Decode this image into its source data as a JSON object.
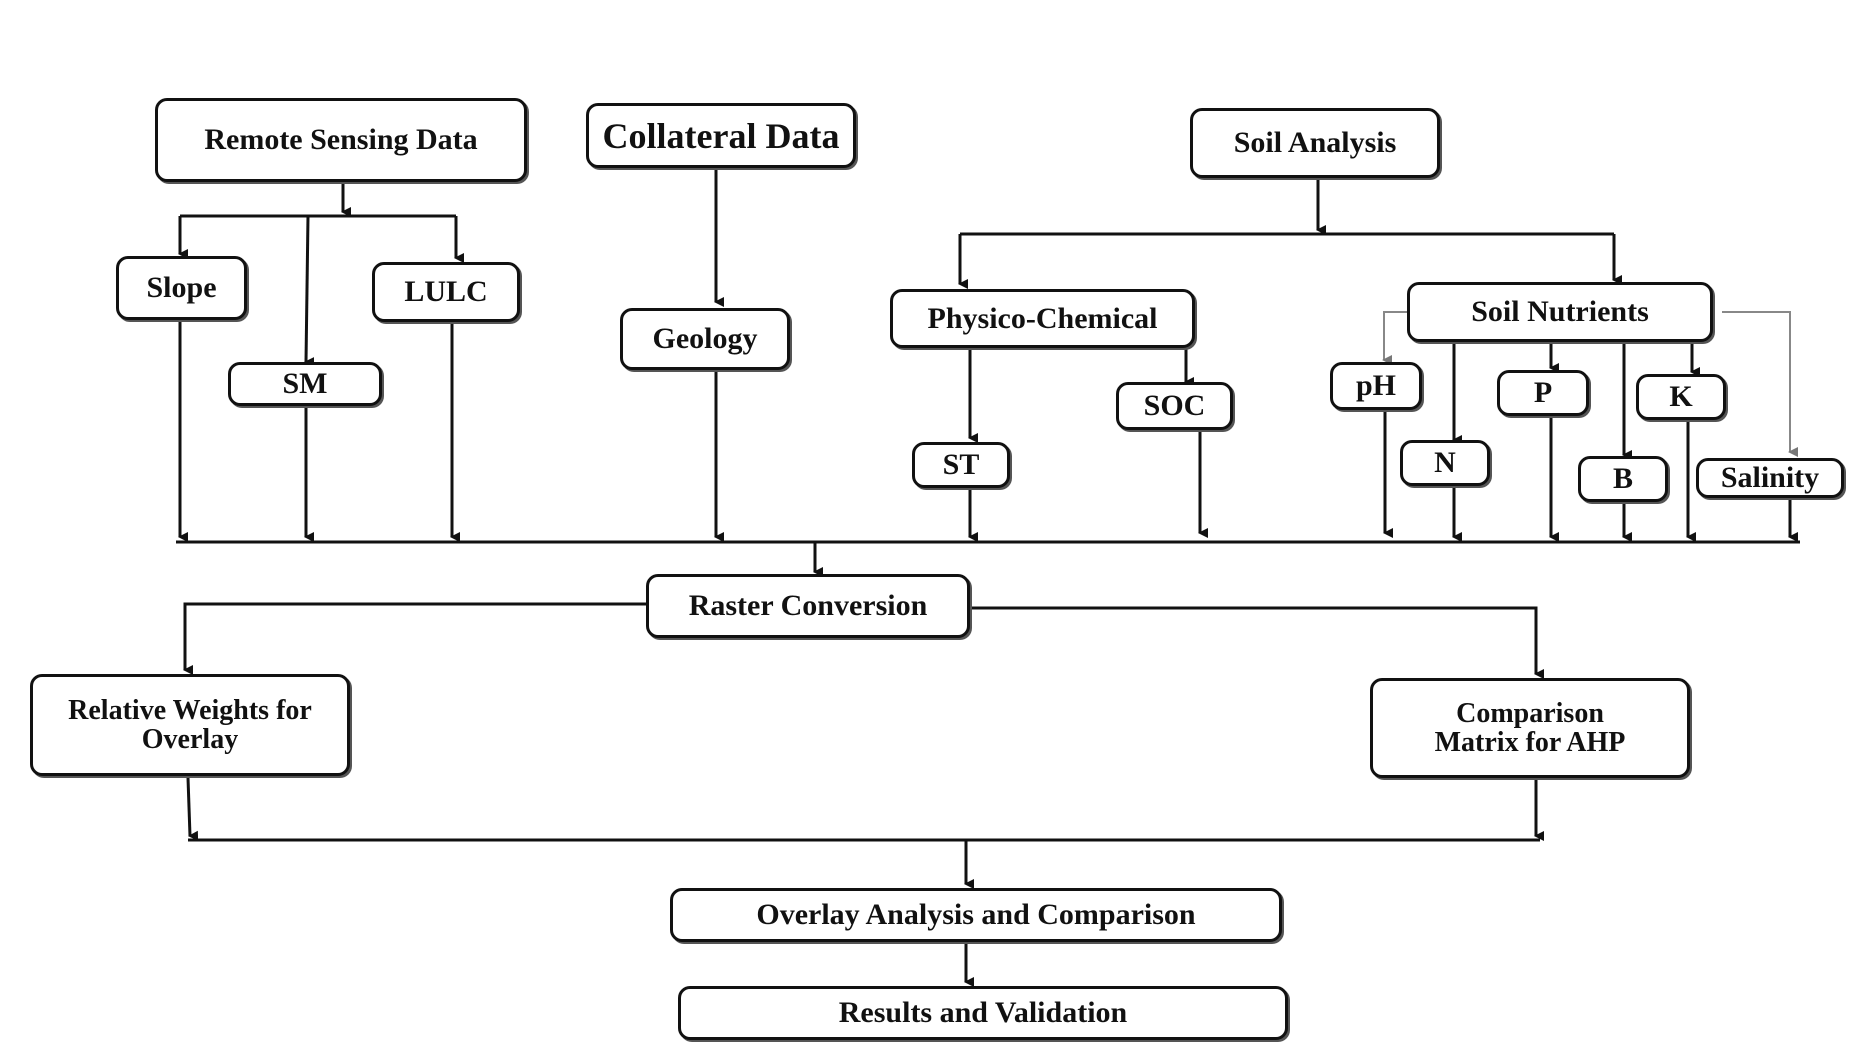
{
  "diagram": {
    "nodes": {
      "remote_sensing": "Remote Sensing Data",
      "collateral": "Collateral Data",
      "soil_analysis": "Soil Analysis",
      "slope": "Slope",
      "sm": "SM",
      "lulc": "LULC",
      "geology": "Geology",
      "physico_chemical": "Physico-Chemical",
      "soil_nutrients": "Soil Nutrients",
      "st": "ST",
      "soc": "SOC",
      "ph": "pH",
      "n": "N",
      "p": "P",
      "b": "B",
      "k": "K",
      "salinity": "Salinity",
      "raster": "Raster Conversion",
      "relative_weights_1": "Relative Weights for",
      "relative_weights_2": "Overlay",
      "comparison_1": "Comparison",
      "comparison_2": "Matrix for AHP",
      "overlay": "Overlay Analysis and Comparison",
      "results": "Results and Validation"
    }
  }
}
